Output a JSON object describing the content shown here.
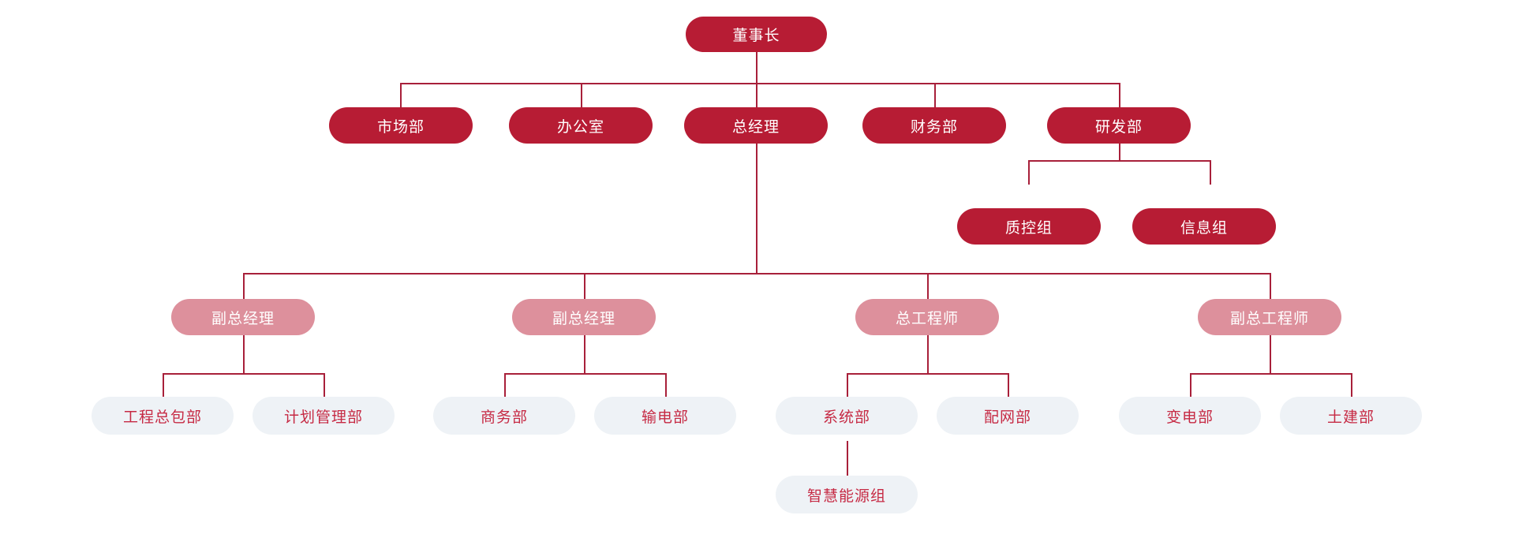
{
  "chart_title": "",
  "colors": {
    "node_dark_red": "#B71C34",
    "node_pink": "#DD909C",
    "node_light": "#EEF2F6",
    "text_on_dark": "#FFFFFF",
    "text_on_light": "#C62A44",
    "connector_line": "#A8203A",
    "background": "#FFFFFF"
  },
  "org_chart": {
    "type": "tree",
    "root": {
      "id": "chairman",
      "label": "董事长",
      "level": "root"
    },
    "nodes": [
      {
        "id": "chairman",
        "label": "董事长",
        "level": "root",
        "parent": null
      },
      {
        "id": "marketing",
        "label": "市场部",
        "level": "dept",
        "parent": "chairman"
      },
      {
        "id": "office",
        "label": "办公室",
        "level": "dept",
        "parent": "chairman"
      },
      {
        "id": "general-manager",
        "label": "总经理",
        "level": "dept",
        "parent": "chairman"
      },
      {
        "id": "finance",
        "label": "财务部",
        "level": "dept",
        "parent": "chairman"
      },
      {
        "id": "rnd",
        "label": "研发部",
        "level": "dept",
        "parent": "chairman"
      },
      {
        "id": "qc-group",
        "label": "质控组",
        "level": "dept",
        "parent": "rnd"
      },
      {
        "id": "info-group",
        "label": "信息组",
        "level": "dept",
        "parent": "rnd"
      },
      {
        "id": "vice-gm-1",
        "label": "副总经理",
        "level": "vice",
        "parent": "general-manager"
      },
      {
        "id": "vice-gm-2",
        "label": "副总经理",
        "level": "vice",
        "parent": "general-manager"
      },
      {
        "id": "chief-engineer",
        "label": "总工程师",
        "level": "vice",
        "parent": "general-manager"
      },
      {
        "id": "vice-chief-eng",
        "label": "副总工程师",
        "level": "vice",
        "parent": "general-manager"
      },
      {
        "id": "epc-dept",
        "label": "工程总包部",
        "level": "leaf",
        "parent": "vice-gm-1"
      },
      {
        "id": "planning-dept",
        "label": "计划管理部",
        "level": "leaf",
        "parent": "vice-gm-1"
      },
      {
        "id": "commerce-dept",
        "label": "商务部",
        "level": "leaf",
        "parent": "vice-gm-2"
      },
      {
        "id": "transmission",
        "label": "输电部",
        "level": "leaf",
        "parent": "vice-gm-2"
      },
      {
        "id": "system-dept",
        "label": "系统部",
        "level": "leaf",
        "parent": "chief-engineer"
      },
      {
        "id": "distribution",
        "label": "配网部",
        "level": "leaf",
        "parent": "chief-engineer"
      },
      {
        "id": "smart-energy",
        "label": "智慧能源组",
        "level": "leaf",
        "parent": "system-dept"
      },
      {
        "id": "substation",
        "label": "变电部",
        "level": "leaf",
        "parent": "vice-chief-eng"
      },
      {
        "id": "civil-dept",
        "label": "土建部",
        "level": "leaf",
        "parent": "vice-chief-eng"
      }
    ]
  }
}
